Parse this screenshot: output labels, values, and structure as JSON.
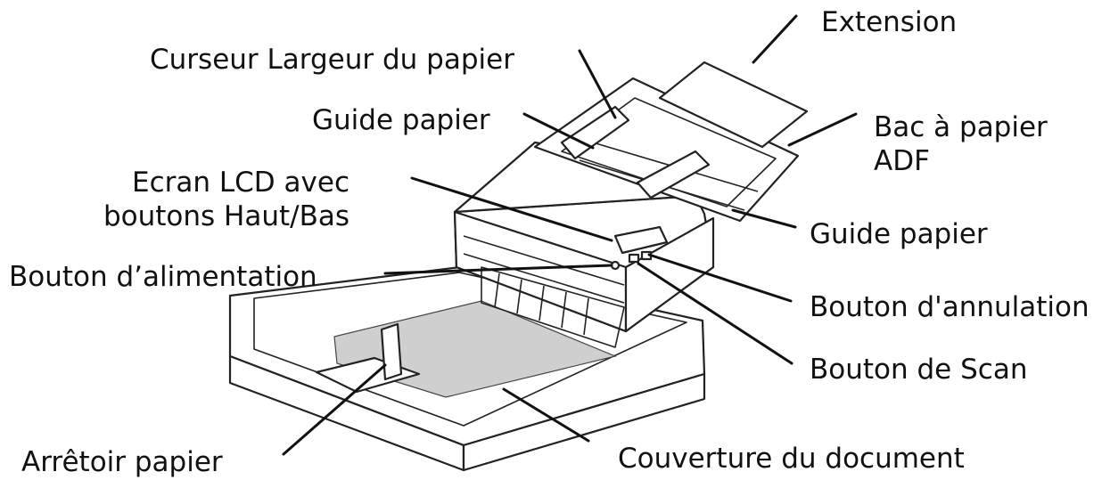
{
  "labels": {
    "extension": "Extension",
    "curseur_largeur": "Curseur Largeur du papier",
    "guide_papier_top": "Guide papier",
    "bac_line1": "Bac à papier",
    "bac_line2": "ADF",
    "ecran_line1": "Ecran LCD avec",
    "ecran_line2": "boutons Haut/Bas",
    "guide_papier_right": "Guide papier",
    "bouton_alimentation": "Bouton d’alimentation",
    "bouton_annulation": "Bouton d'annulation",
    "bouton_scan": "Bouton de Scan",
    "arretoir_papier": "Arrêtoir papier",
    "couverture_document": "Couverture du document"
  }
}
